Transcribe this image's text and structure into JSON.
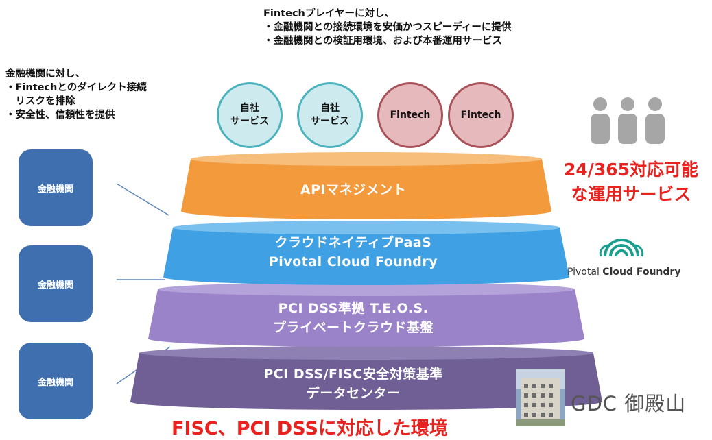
{
  "top_note": {
    "line1": "Fintechプレイヤーに対し、",
    "line2": "・金融機関との接続環境を安価かつスピーディーに提供",
    "line3": "・金融機関との検証用環境、および本番運用サービス"
  },
  "left_note": {
    "line1": "金融機関に対し、",
    "line2": "・Fintechとのダイレクト接続",
    "line3": "　リスクを排除",
    "line4": "・安全性、信頼性を提供"
  },
  "circles": [
    {
      "line1": "自社",
      "line2": "サービス"
    },
    {
      "line1": "自社",
      "line2": "サービス"
    },
    {
      "line1": "Fintech"
    },
    {
      "line1": "Fintech"
    }
  ],
  "banks": [
    "金融機関",
    "金融機関",
    "金融機関"
  ],
  "layers": {
    "api": "APIマネジメント",
    "paas_line1": "クラウドネイティブPaaS",
    "paas_line2": "Pivotal Cloud Foundry",
    "pci_line1": "PCI DSS準拠 T.E.O.S.",
    "pci_line2": "プライベートクラウド基盤",
    "dc_line1": "PCI DSS/FISC安全対策基準",
    "dc_line2": "データセンター"
  },
  "ops": {
    "line1": "24/365対応可能",
    "line2": "な運用サービス"
  },
  "pcf_logo": {
    "word1": "Pivotal",
    "word2": "Cloud Foundry"
  },
  "gdc_logo": "GDC 御殿山",
  "bottom_title": "FISC、PCI DSSに対応した環境",
  "colors": {
    "api": "#f39a3c",
    "paas": "#3fa1e3",
    "pci": "#9a83c8",
    "dc": "#6f5f95",
    "bank": "#3f6fae",
    "accent_red": "#e8231f"
  }
}
